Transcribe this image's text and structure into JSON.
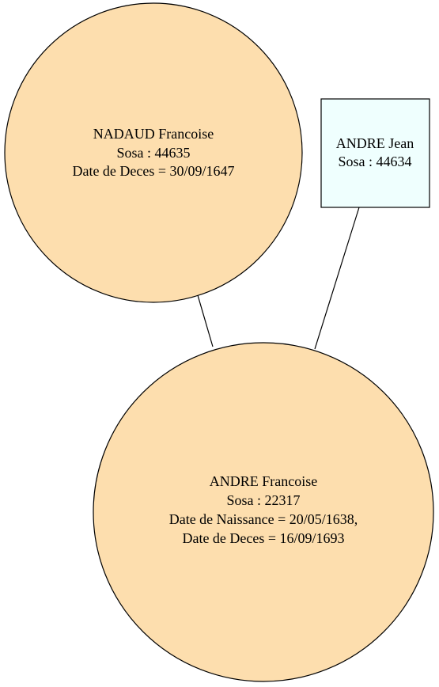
{
  "colors": {
    "female_fill": "#fddeae",
    "male_fill": "#effffe",
    "stroke": "#000000",
    "background": "#ffffff"
  },
  "nodes": {
    "nadaud_francoise": {
      "name": "NADAUD Francoise",
      "sosa": "Sosa : 44635",
      "death": "Date de Deces = 30/09/1647"
    },
    "andre_jean": {
      "name": "ANDRE Jean",
      "sosa": "Sosa : 44634"
    },
    "andre_francoise": {
      "name": "ANDRE Francoise",
      "sosa": "Sosa : 22317",
      "birth": "Date de Naissance = 20/05/1638,",
      "death": "Date de Deces = 16/09/1693"
    }
  }
}
